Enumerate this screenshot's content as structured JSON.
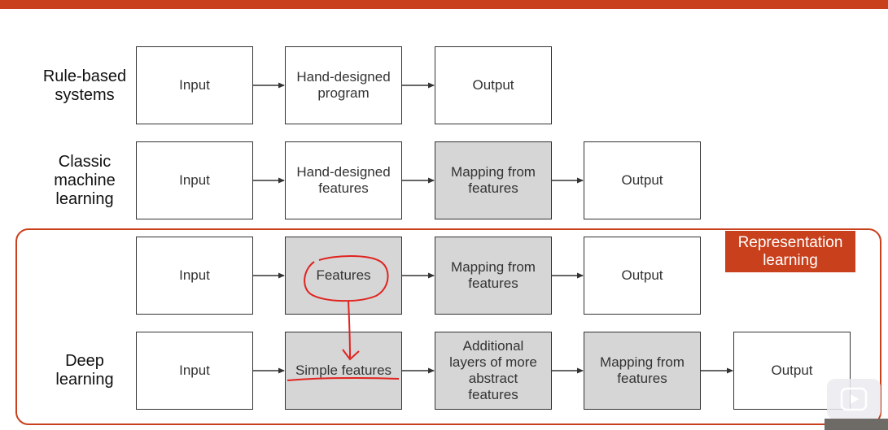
{
  "colors": {
    "accent": "#c8401c",
    "shaded": "#d6d6d6",
    "annotation": "#e0231f"
  },
  "rows": {
    "rule_based": {
      "label": "Rule-based\nsystems",
      "boxes": [
        "Input",
        "Hand-designed\nprogram",
        "Output"
      ]
    },
    "classic_ml": {
      "label": "Classic\nmachine\nlearning",
      "boxes": [
        "Input",
        "Hand-designed\nfeatures",
        "Mapping from\nfeatures",
        "Output"
      ]
    },
    "representation": {
      "boxes": [
        "Input",
        "Features",
        "Mapping from\nfeatures",
        "Output"
      ]
    },
    "deep": {
      "label": "Deep\nlearning",
      "boxes": [
        "Input",
        "Simple features",
        "Additional\nlayers of more\nabstract\nfeatures",
        "Mapping from\nfeatures",
        "Output"
      ]
    }
  },
  "representation_badge": "Representation\nlearning",
  "icons": {
    "play": "play-icon"
  }
}
